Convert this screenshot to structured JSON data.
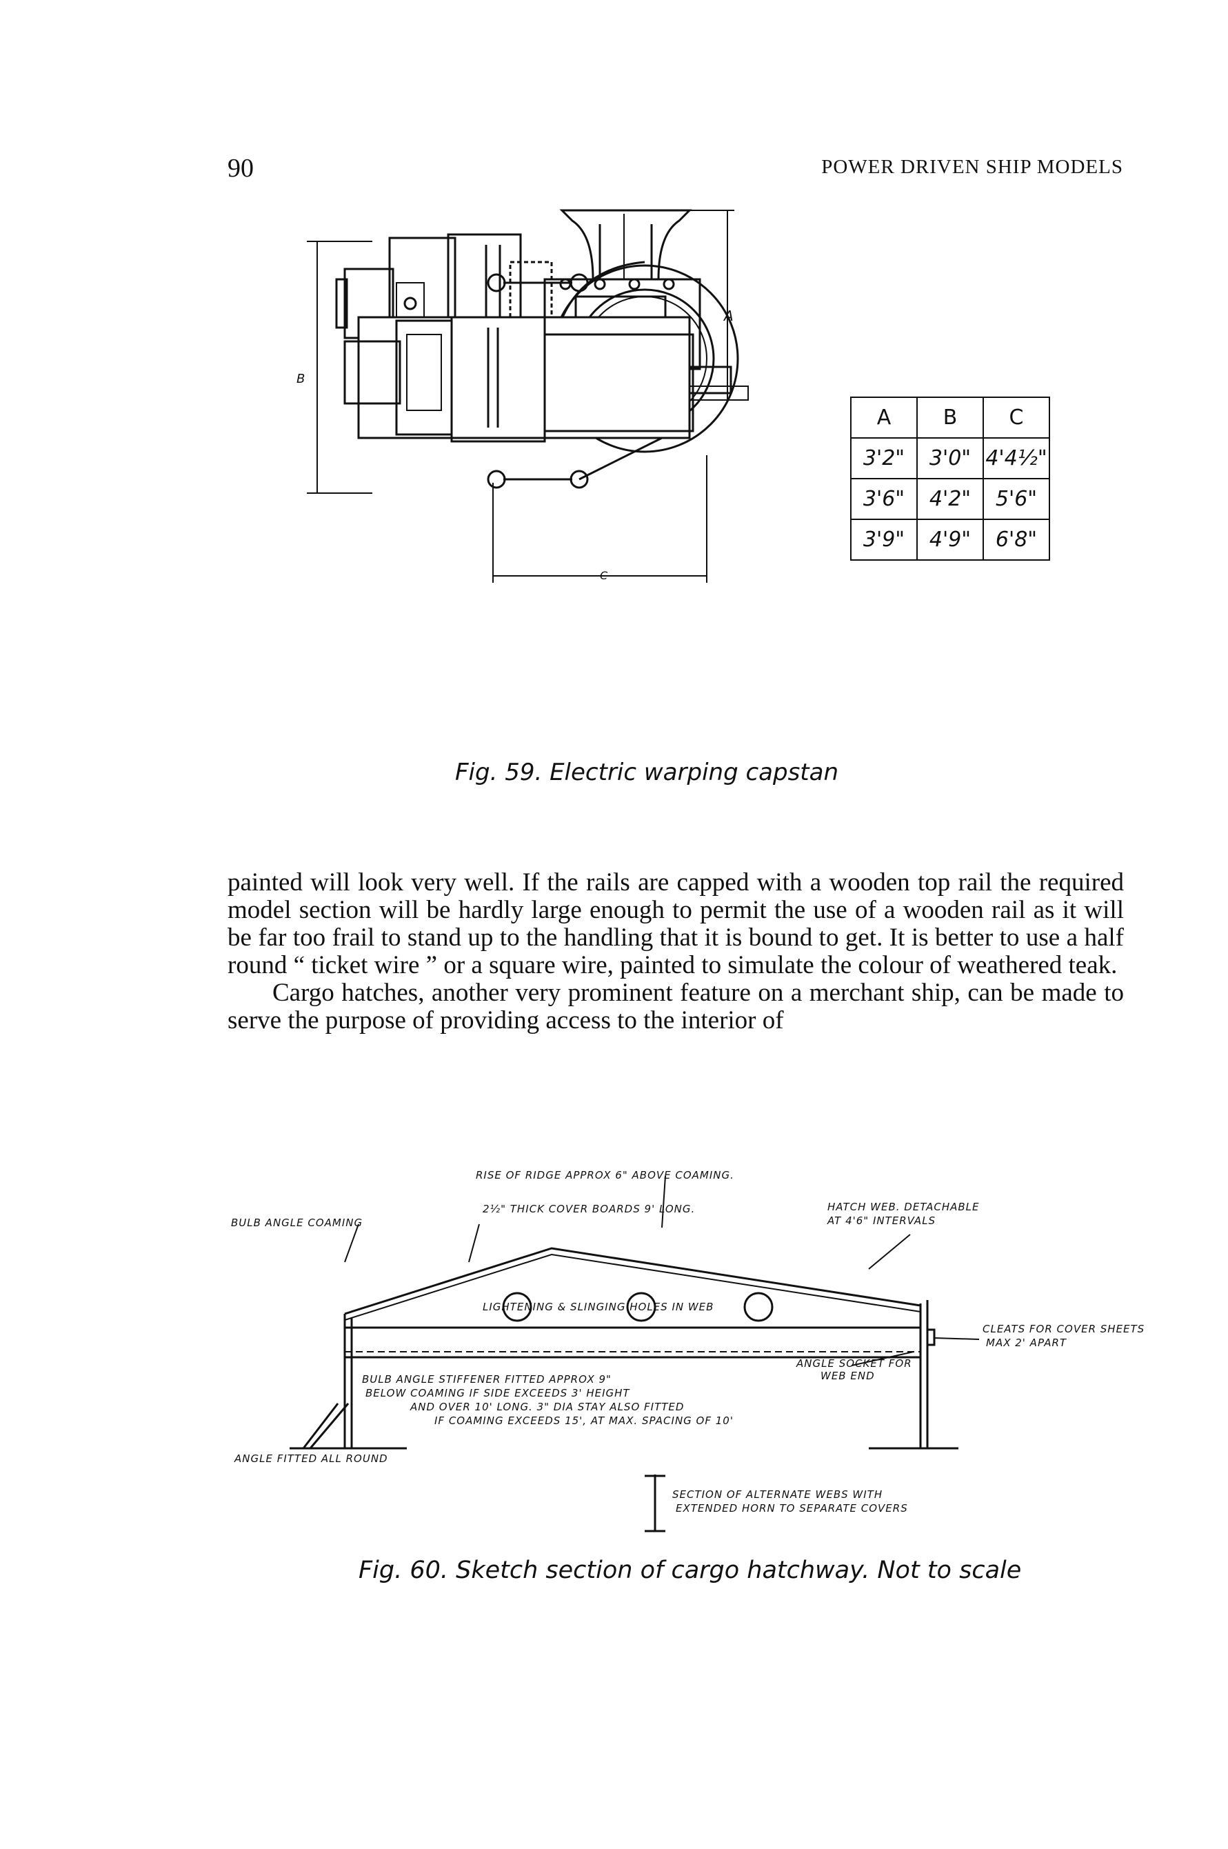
{
  "header": {
    "page_number": "90",
    "running_title": "POWER DRIVEN SHIP MODELS"
  },
  "figure59": {
    "caption": "Fig. 59. Electric warping capstan",
    "dimension_labels": {
      "a": "A",
      "b": "B",
      "c": "C"
    },
    "table": {
      "headers": [
        "A",
        "B",
        "C"
      ],
      "rows": [
        [
          "3'2\"",
          "3'0\"",
          "4'4½\""
        ],
        [
          "3'6\"",
          "4'2\"",
          "5'6\""
        ],
        [
          "3'9\"",
          "4'9\"",
          "6'8\""
        ]
      ]
    }
  },
  "body": {
    "paragraph_1": "painted will look very well. If the rails are capped with a wooden top rail the required model section will be hardly large enough to permit the use of a wooden rail as it will be far too frail to stand up to the handling that it is bound to get. It is better to use a half round “ ticket wire ” or a square wire, painted to simulate the colour of weathered teak.",
    "paragraph_2": "Cargo hatches, another very prominent feature on a merchant ship, can be made to serve the purpose of providing access to the interior of"
  },
  "figure60": {
    "caption": "Fig. 60. Sketch section of cargo hatchway. Not to scale",
    "labels": {
      "rise": "RISE OF RIDGE APPROX 6\" ABOVE COAMING.",
      "cover_boards": "2½\" THICK COVER BOARDS 9' LONG.",
      "bulb_angle_coaming": "BULB ANGLE COAMING",
      "hatch_web_1": "HATCH WEB. DETACHABLE",
      "hatch_web_2": "AT 4'6\" INTERVALS",
      "holes": "LIGHTENING & SLINGING HOLES IN WEB",
      "cleats_1": "CLEATS FOR COVER SHEETS",
      "cleats_2": "MAX 2' APART",
      "angle_socket_1": "ANGLE SOCKET FOR",
      "angle_socket_2": "WEB END",
      "stiffener_1": "BULB ANGLE STIFFENER FITTED APPROX 9\"",
      "stiffener_2": "BELOW COAMING IF SIDE EXCEEDS 3' HEIGHT",
      "stiffener_3": "AND OVER 10' LONG. 3\" DIA STAY ALSO FITTED",
      "stiffener_4": "IF COAMING EXCEEDS 15', AT MAX. SPACING OF 10'",
      "angle_round": "ANGLE FITTED ALL ROUND",
      "section_1": "SECTION OF ALTERNATE WEBS WITH",
      "section_2": "EXTENDED HORN TO SEPARATE COVERS"
    }
  }
}
